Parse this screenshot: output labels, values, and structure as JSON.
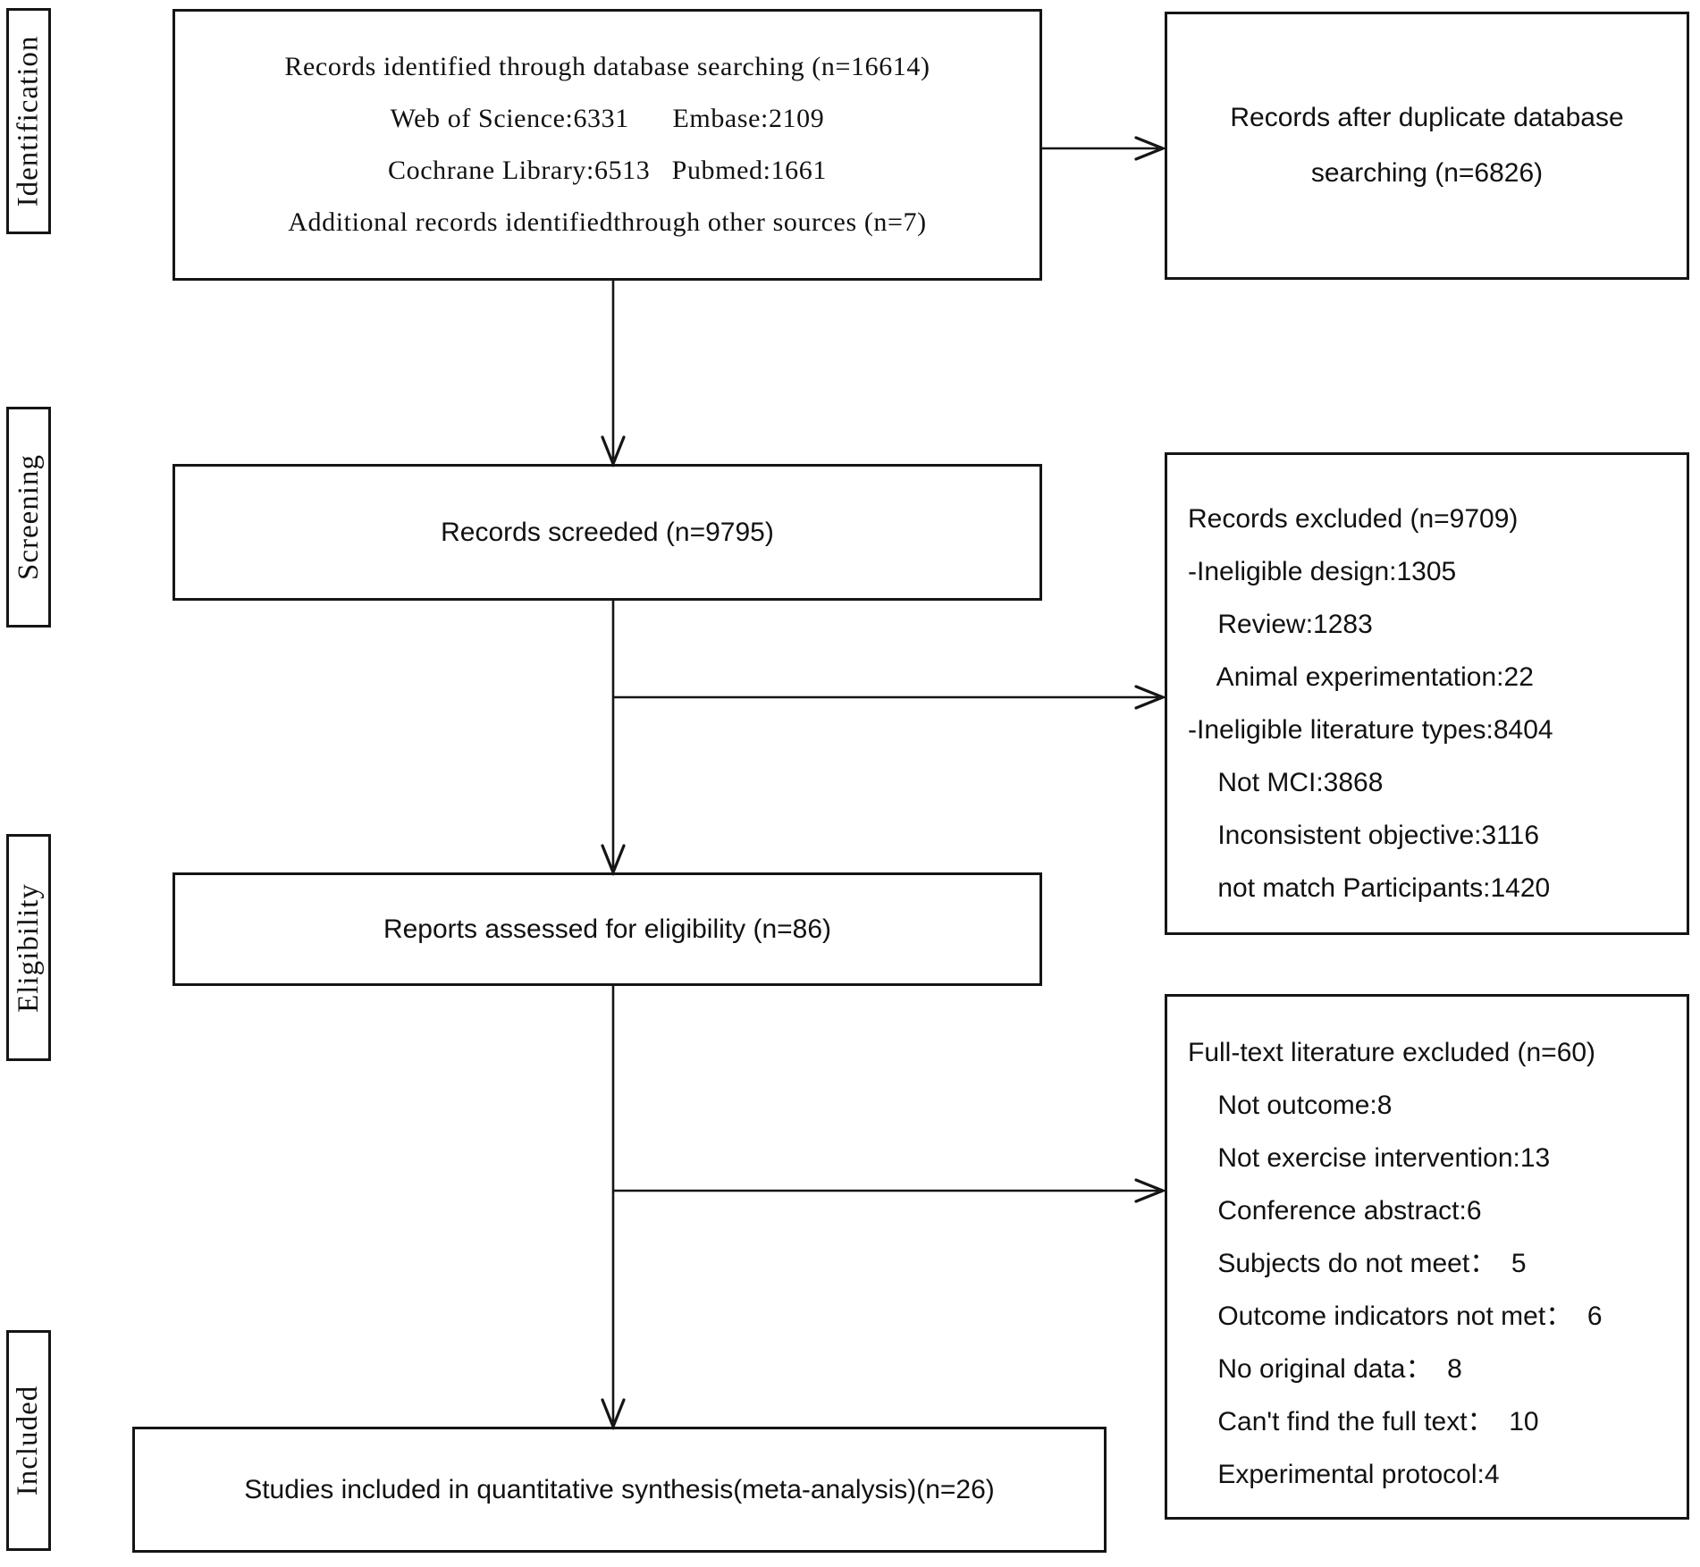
{
  "stages": {
    "identification": "Identification",
    "screening": "Screening",
    "eligibility": "Eligibility",
    "included": "Included"
  },
  "main_boxes": {
    "identification": {
      "lines": [
        "Records identified through database searching (n=16614)",
        "Web of Science:6331      Embase:2109",
        "Cochrane Library:6513   Pubmed:1661",
        "Additional records identifiedthrough other sources (n=7)"
      ]
    },
    "screening": {
      "label": "Records screeded (n=9795)"
    },
    "eligibility": {
      "label": "Reports assessed for eligibility (n=86)"
    },
    "included": {
      "label": "Studies included in quantitative synthesis(meta-analysis)(n=26)"
    }
  },
  "side_boxes": {
    "duplicates": {
      "lines": [
        "Records after duplicate database",
        "searching (n=6826)"
      ]
    },
    "records_excluded": {
      "lines": [
        "Records excluded (n=9709)",
        "-Ineligible design:1305",
        "    Review:1283",
        "    Animal experimentation:22",
        "-Ineligible literature types:8404",
        "    Not MCI:3868",
        "    Inconsistent objective:3116",
        "    not match Participants:1420"
      ]
    },
    "fulltext_excluded": {
      "lines": [
        "Full-text literature excluded (n=60)",
        "    Not outcome:8",
        "    Not exercise intervention:13",
        "    Conference abstract:6",
        "    Subjects do not meet：  5",
        "    Outcome indicators not met：  6",
        "    No original data：  8",
        "    Can't find the full text：  10",
        "    Experimental protocol:4"
      ]
    }
  },
  "colors": {
    "line": "#151515",
    "text": "#111111",
    "background": "#ffffff"
  }
}
